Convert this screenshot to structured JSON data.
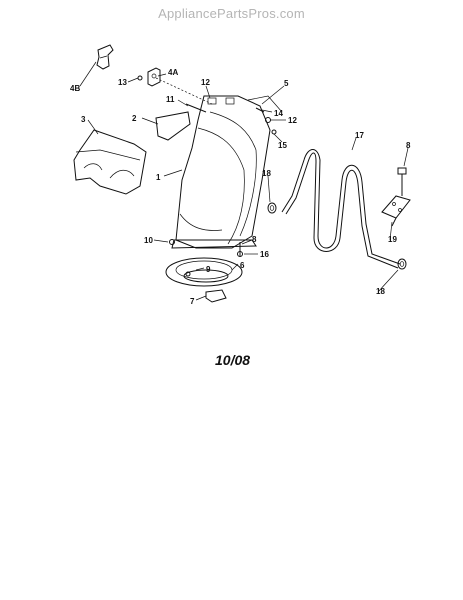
{
  "watermark": "AppliancePartsPros.com",
  "date_code": "10/08",
  "callouts": {
    "c4B": "4B",
    "c13": "13",
    "c4A": "4A",
    "c12a": "12",
    "c5": "5",
    "c11": "11",
    "c14": "14",
    "c12b": "12",
    "c2": "2",
    "c3": "3",
    "c15": "15",
    "c17": "17",
    "c8a": "8",
    "c1": "1",
    "c18a": "18",
    "c10": "10",
    "c8b": "8",
    "c16": "16",
    "c6": "6",
    "c9": "9",
    "c19": "19",
    "c7": "7",
    "c18b": "18"
  }
}
